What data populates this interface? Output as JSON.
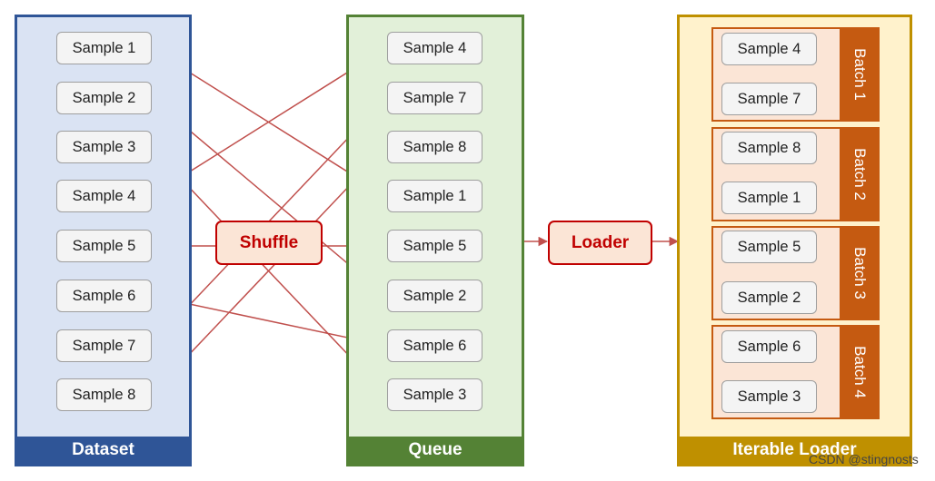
{
  "panels": {
    "dataset": "Dataset",
    "queue": "Queue",
    "iterable_loader": "Iterable Loader"
  },
  "processes": {
    "shuffle": "Shuffle",
    "loader": "Loader"
  },
  "dataset_samples": [
    "Sample 1",
    "Sample 2",
    "Sample 3",
    "Sample 4",
    "Sample 5",
    "Sample 6",
    "Sample 7",
    "Sample 8"
  ],
  "queue_samples": [
    "Sample 4",
    "Sample 7",
    "Sample 8",
    "Sample 1",
    "Sample 5",
    "Sample 2",
    "Sample 6",
    "Sample 3"
  ],
  "batches": [
    {
      "label": "Batch 1",
      "samples": [
        "Sample 4",
        "Sample 7"
      ]
    },
    {
      "label": "Batch 2",
      "samples": [
        "Sample 8",
        "Sample 1"
      ]
    },
    {
      "label": "Batch 3",
      "samples": [
        "Sample 5",
        "Sample 2"
      ]
    },
    {
      "label": "Batch 4",
      "samples": [
        "Sample 6",
        "Sample 3"
      ]
    }
  ],
  "watermark": "CSDN @stingnosts",
  "colors": {
    "dataset": "#2f5597",
    "queue": "#548235",
    "loader": "#bf9000",
    "batch": "#c55a11",
    "arrow": "#c0504d",
    "process_border": "#c00000"
  }
}
